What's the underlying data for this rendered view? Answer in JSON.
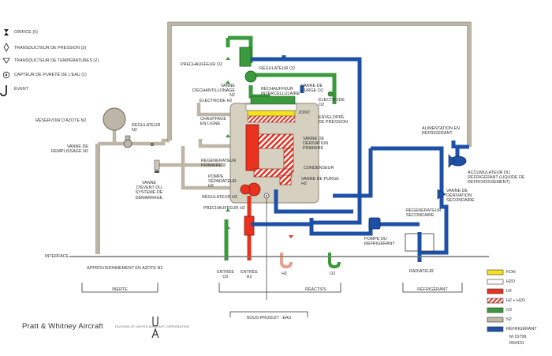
{
  "legend_symbols": {
    "orifice": "ORIFICE (5)",
    "pressure": "TRANSDUCTEUR DE PRESSION (3)",
    "temperature": "TRANSDUCTEUR DE TEMPÉRATURES (2)",
    "purity": "CAPTEUR DE PURETÉ DE L'EAU (1)",
    "vent": "ÉVENT"
  },
  "labels": {
    "n2_tank": "RÉSERVOIR D'AZOTE N2",
    "n2_regulator": "RÉGULATEUR N2",
    "n2_fill_valve": "VANNE DE REMPLISSAGE N2",
    "startup_vent_valve": "VANNE D'ÉVENT DU SYSTÈME DE DÉMARRAGE",
    "o2_preheater": "PRÉCHAUFFEUR O2",
    "o2_regulator": "RÉGULATEUR O2",
    "sampling_valve": "VANNE D'ÉCHANTILLONAGE N2",
    "intercell_heater": "RÉCHAUFFEUR INTERCELLULAIRE",
    "o2_purge_valve": "VANNE DE PURGE O2",
    "h2_electrode": "ÉLECTRODE H2",
    "o2_electrode": "ÉLECTRODE O2",
    "seal": "JOINT",
    "pressure_envelope": "ENVELOPPE DE PRESSION",
    "inline_heater": "CHAUFFAGE EN LIGNE",
    "primary_bypass_valve": "VANNE DE DÉRIVATION PRIMAIRE",
    "primary_regenerator": "RÉGÉNÉRATEUR PRIMAIRE",
    "condenser": "CONDENSEUR",
    "h2_separator_pump": "POMPE SÉPARATEUR H2",
    "h2_purge_valve": "VANNE DE PURGE H2",
    "h2_regulator": "RÉGULATEUR H2",
    "h2_preheater": "PRÉCHAUFFEUR H2",
    "coolant_supply": "ALIMENTATION EN RÉFRIGÉRANT",
    "coolant_accumulator": "ACCUMULATEUR DU RÉFRIGÉRANT (LIQUIDE DE REFROIDISSEMENT)",
    "secondary_bypass_valve": "VANNE DE DÉRIVATION SECONDAIRE",
    "secondary_regenerator": "RÉGÉNÉRATEUR SECONDAIRE",
    "coolant_pump": "POMPE DU RÉFRIGÉRANT",
    "interface": "INTERFACE",
    "n2_supply": "APPROVISIONNEMENT EN AZOTE N2",
    "o2_inlet": "ENTRÉE O2",
    "h2_inlet": "ENTRÉE H2",
    "h2_out": "H2",
    "o2_out": "O2",
    "radiator": "RADIATEUR"
  },
  "brackets": {
    "inert": "INERTE",
    "reactants": "RÉACTIFS",
    "byproduct": "SOUS-PRODUIT : EAU",
    "coolant": "RÉFRIGÉRANT"
  },
  "legend": [
    {
      "label": "KOH",
      "color": "#f4e21c"
    },
    {
      "label": "H2O",
      "color": "#ffffff"
    },
    {
      "label": "H2",
      "color": "#e8321e"
    },
    {
      "label": "H2 + H2O",
      "color": "#e8321e"
    },
    {
      "label": "O2",
      "color": "#3a9a3c"
    },
    {
      "label": "N2",
      "color": "#bdb6a6"
    },
    {
      "label": "RÉFRIGÉRANT",
      "color": "#1e50a8"
    }
  ],
  "footer": {
    "brand": "Pratt & Whitney Aircraft",
    "division": "DIVISION OF UNITED AIRCRAFT CORPORATION",
    "drawing_no": "M-15799",
    "rev": "R64101"
  },
  "colors": {
    "n2": "#bdb6a6",
    "o2": "#3a9a3c",
    "h2": "#e8321e",
    "coolant": "#1e50a8",
    "koh": "#f4e21c"
  }
}
